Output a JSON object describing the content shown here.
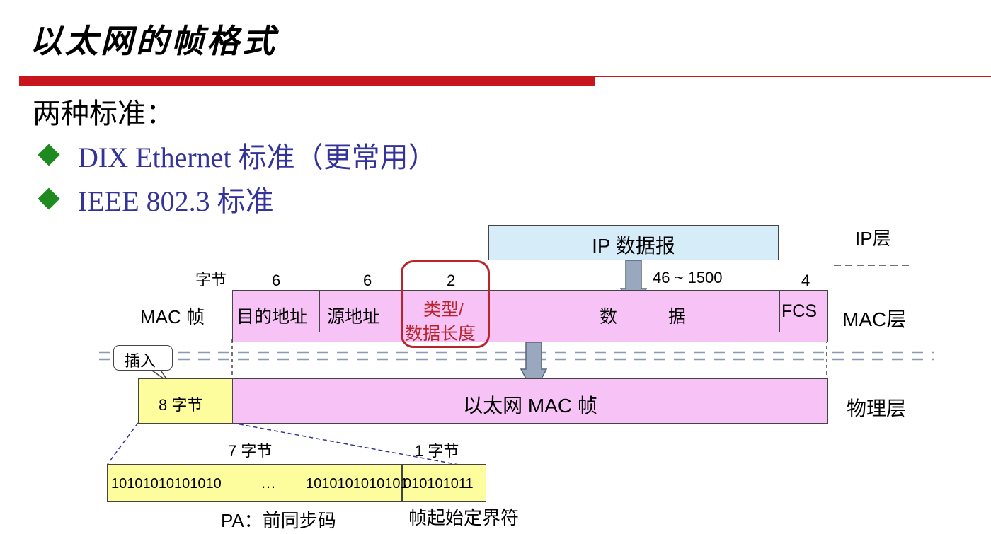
{
  "title": "以太网的帧格式",
  "subheading": "两种标准：",
  "bullets": [
    "DIX Ethernet 标准（更常用）",
    "IEEE  802.3 标准"
  ],
  "diagram": {
    "ip_datagram": "IP 数据报",
    "ip_layer": "IP层",
    "mac_layer": "MAC层",
    "phys_layer": "物理层",
    "mac_frame_label": "MAC 帧",
    "byte_label": "字节",
    "field_sizes": [
      "6",
      "6",
      "2",
      "46 ~ 1500",
      "4"
    ],
    "fields": {
      "dest": "目的地址",
      "src": "源地址",
      "type_line1": "类型/",
      "type_line2": "数据长度",
      "data_1": "数",
      "data_2": "据",
      "fcs": "FCS"
    },
    "insert_label": "插入",
    "preamble_bytes": "8 字节",
    "ethernet_mac_frame": "以太网 MAC 帧",
    "seven_bytes": "7 字节",
    "one_byte": "1 字节",
    "pa_bits": "10101010101010",
    "ellipsis": "…",
    "pa_bits_2": "1010101010101",
    "sfd_bits": "010101011",
    "pa_label": "PA：前同步码",
    "sfd_label": "帧起始定界符",
    "colors": {
      "pink": "#f7c3f7",
      "yellow": "#fdfd9d",
      "ip_blue": "#d6ecf8",
      "highlight": "#b8252b",
      "bullet": "#1f8a1f",
      "bullet_text": "#33339a"
    }
  }
}
